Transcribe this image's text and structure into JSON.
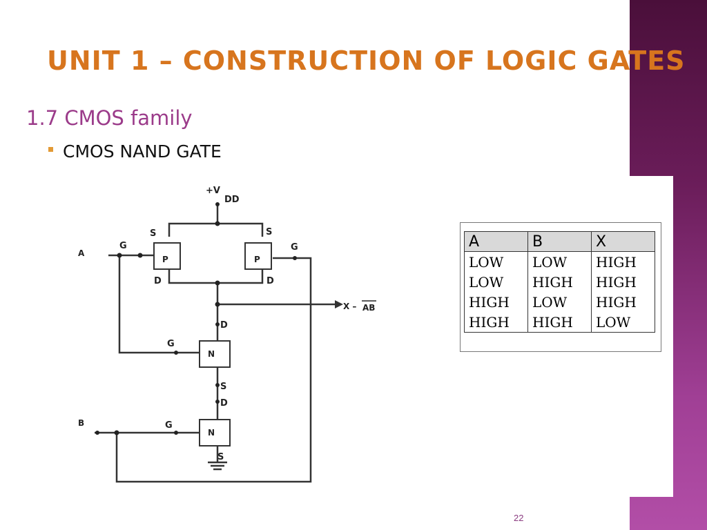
{
  "slide": {
    "title": "UNIT 1 – CONSTRUCTION OF LOGIC GATES",
    "subheading": "1.7 CMOS family",
    "bullet": "CMOS NAND GATE",
    "page_number": "22"
  },
  "diagram": {
    "vdd_label": "+V",
    "vdd_sub": "DD",
    "pmos_label": "P",
    "nmos_label": "N",
    "gate_label": "G",
    "source_label": "S",
    "drain_label": "D",
    "input_a": "A",
    "input_b": "B",
    "output_label": "X –",
    "output_expr": "AB"
  },
  "truth_table": {
    "headers": [
      "A",
      "B",
      "X"
    ],
    "rows": [
      [
        "LOW",
        "LOW",
        "HIGH"
      ],
      [
        "LOW",
        "HIGH",
        "HIGH"
      ],
      [
        "HIGH",
        "LOW",
        "HIGH"
      ],
      [
        "HIGH",
        "HIGH",
        "LOW"
      ]
    ]
  },
  "colors": {
    "title": "#d7751e",
    "subheading": "#9b3b8a",
    "bullet": "#e39a35",
    "side_band": "#6b1d5a"
  }
}
